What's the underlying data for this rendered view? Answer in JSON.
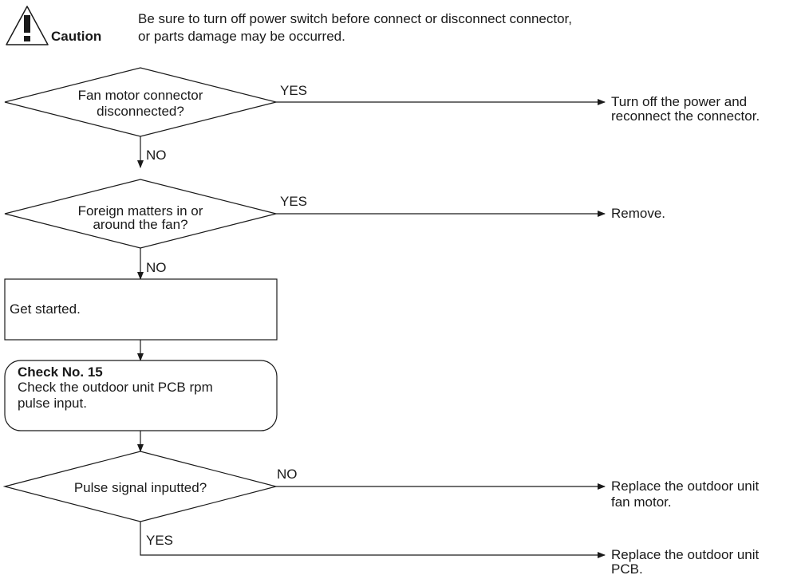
{
  "caution": {
    "label": "Caution",
    "line1": "Be sure to turn off power switch before connect or disconnect connector,",
    "line2": "or parts damage may be occurred."
  },
  "decisions": [
    {
      "line1": "Fan motor connector",
      "line2": "disconnected?",
      "branch_right": "YES",
      "branch_down": "NO"
    },
    {
      "line1": "Foreign matters in or",
      "line2": "around the fan?",
      "branch_right": "YES",
      "branch_down": "NO"
    },
    {
      "line1": "Pulse signal inputted?",
      "branch_right": "NO",
      "branch_down": "YES"
    }
  ],
  "process": {
    "text": "Get started."
  },
  "check": {
    "title": "Check No. 15",
    "line1": "Check the outdoor unit PCB rpm",
    "line2": "pulse input."
  },
  "results": [
    {
      "line1": "Turn off the power and",
      "line2": "reconnect the connector."
    },
    {
      "line1": "Remove."
    },
    {
      "line1": "Replace the outdoor unit",
      "line2": "fan motor."
    },
    {
      "line1": "Replace the outdoor unit",
      "line2": "PCB."
    }
  ]
}
